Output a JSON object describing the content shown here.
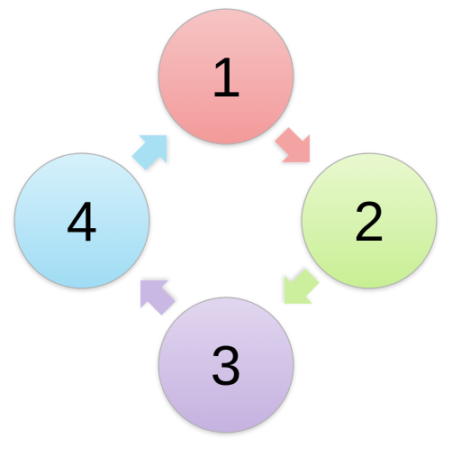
{
  "diagram": {
    "type": "cycle",
    "nodes": [
      {
        "id": "n1",
        "label": "1",
        "color_top": "#f6c4c4",
        "color_bottom": "#f39a9a",
        "stroke": "#b0b0b0"
      },
      {
        "id": "n2",
        "label": "2",
        "color_top": "#e9f8cf",
        "color_bottom": "#c8ef94",
        "stroke": "#b0b0b0"
      },
      {
        "id": "n3",
        "label": "3",
        "color_top": "#e1d6ef",
        "color_bottom": "#c5b2e0",
        "stroke": "#b0b0b0"
      },
      {
        "id": "n4",
        "label": "4",
        "color_top": "#d6f1fb",
        "color_bottom": "#9fdcf4",
        "stroke": "#b0b0b0"
      }
    ],
    "arrows": [
      {
        "from": "n1",
        "to": "n2",
        "color": "#f4a3a3"
      },
      {
        "from": "n2",
        "to": "n3",
        "color": "#cbef9d"
      },
      {
        "from": "n3",
        "to": "n4",
        "color": "#c9b8e3"
      },
      {
        "from": "n4",
        "to": "n1",
        "color": "#a7dff3"
      }
    ]
  }
}
